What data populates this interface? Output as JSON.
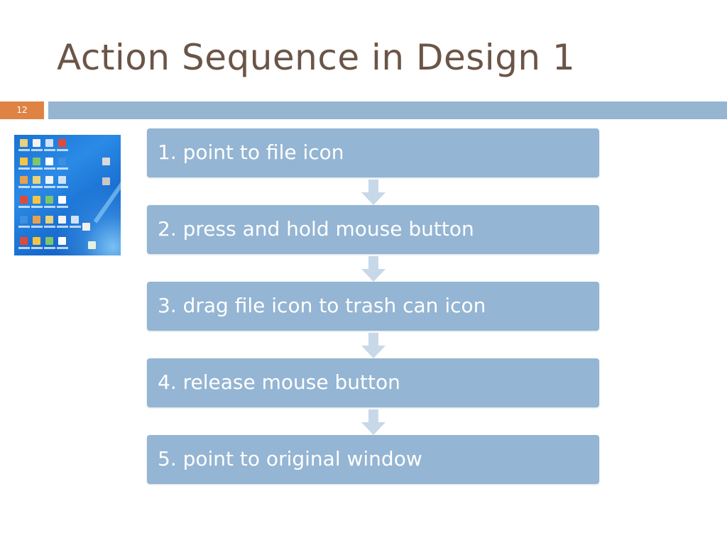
{
  "slide": {
    "title": "Action Sequence in Design 1",
    "slide_number": "12"
  },
  "colors": {
    "title": "#6b5547",
    "accent_orange": "#df8344",
    "bar_blue": "#95b5d1",
    "step_fill": "#94b5d3",
    "arrow_fill": "#c7d8e8"
  },
  "thumbnail": {
    "description_icon": "windows-desktop-screenshot-icon"
  },
  "steps": [
    {
      "label": "1. point to file icon"
    },
    {
      "label": "2. press and hold mouse button"
    },
    {
      "label": "3. drag file icon to trash can icon"
    },
    {
      "label": "4. release mouse button"
    },
    {
      "label": "5. point to original window"
    }
  ]
}
